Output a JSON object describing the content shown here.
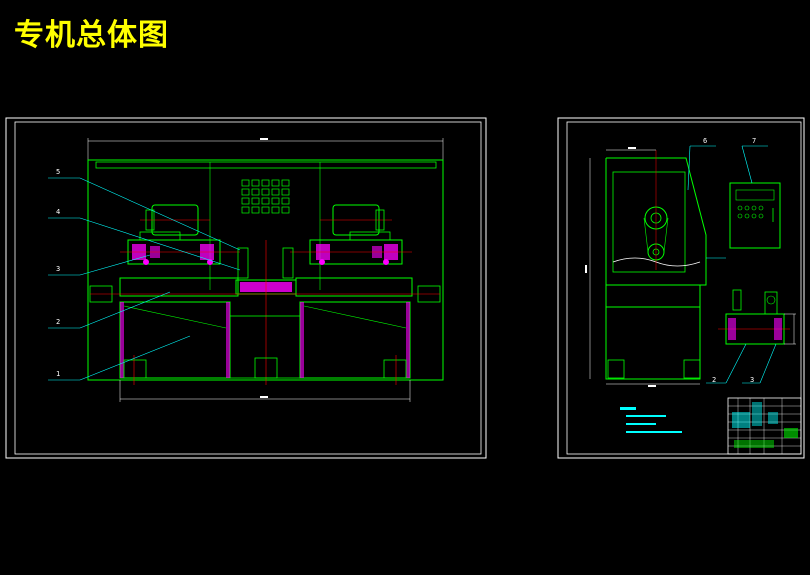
{
  "title": "专机总体图",
  "colors": {
    "background": "#000000",
    "title": "#ffff00",
    "frame": "#ffffff",
    "machine": "#00ff00",
    "accent": "#ff00ff",
    "leader": "#00ffff",
    "center": "#ff0000",
    "text": "#ffffff"
  },
  "front_view": {
    "part_numbers": [
      "5",
      "4",
      "3",
      "2",
      "1"
    ]
  },
  "side_view": {
    "part_numbers": [
      "6",
      "7",
      "2",
      "3"
    ]
  }
}
